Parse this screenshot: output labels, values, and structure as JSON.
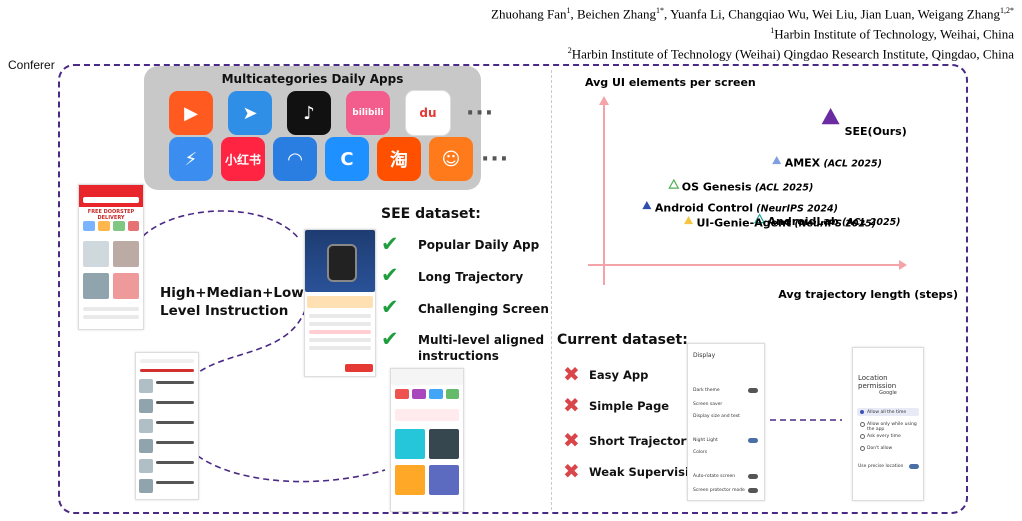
{
  "header": {
    "authors": [
      {
        "name": "Zhuohang Fan",
        "sup": "1"
      },
      {
        "name": "Beichen Zhang",
        "sup": "1*"
      },
      {
        "name": "Yuanfa Li",
        "sup": ""
      },
      {
        "name": "Changqiao Wu",
        "sup": ""
      },
      {
        "name": "Wei Liu",
        "sup": ""
      },
      {
        "name": "Jian Luan",
        "sup": ""
      },
      {
        "name": "Weigang Zhang",
        "sup": "1,2*"
      }
    ],
    "affiliations": [
      {
        "sup": "1",
        "text": "Harbin Institute of Technology, Weihai, China"
      },
      {
        "sup": "2",
        "text": "Harbin Institute of Technology (Weihai) Qingdao Research Institute, Qingdao, China"
      }
    ]
  },
  "frame_label": "Conferer",
  "apps": {
    "title": "Multicategories Daily Apps",
    "row1": [
      {
        "icon": "kuaishou-icon",
        "glyph": "▶",
        "color": "#ff5a1f"
      },
      {
        "icon": "paper-plane-icon",
        "glyph": "➤",
        "color": "#2f8fe6"
      },
      {
        "icon": "tiktok-icon",
        "glyph": "♪",
        "color": "#111111"
      },
      {
        "icon": "bilibili-icon",
        "glyph": "bilibili",
        "color": "#f25d8e"
      },
      {
        "icon": "baidu-map-icon",
        "glyph": "du",
        "color": "#ffffff"
      }
    ],
    "row2": [
      {
        "icon": "feishu-icon",
        "glyph": "⚡",
        "color": "#3b8ef0"
      },
      {
        "icon": "xiaohongshu-icon",
        "glyph": "小红书",
        "color": "#ff2442"
      },
      {
        "icon": "ctrip-icon",
        "glyph": "◠",
        "color": "#2a7de1"
      },
      {
        "icon": "eleme-icon",
        "glyph": "C",
        "color": "#1f90ff"
      },
      {
        "icon": "taobao-icon",
        "glyph": "淘",
        "color": "#ff5000"
      },
      {
        "icon": "people-icon",
        "glyph": "☺",
        "color": "#ff7a1a"
      }
    ],
    "more": "···"
  },
  "see": {
    "title": "SEE dataset:",
    "items": [
      "Popular Daily App",
      "Long Trajectory",
      "Challenging Screen",
      "Multi-level aligned",
      "instructions"
    ]
  },
  "instruction_label": [
    "High+Median+Low",
    "Level Instruction"
  ],
  "current": {
    "title": "Current dataset:",
    "items": [
      "Easy App",
      "Simple Page",
      "Short Trajectory",
      "Weak Supervision"
    ]
  },
  "screens": {
    "left_top": {
      "banner": "FREE DOORSTEP DELIVERY"
    },
    "settings": {
      "title": "Display",
      "rows": [
        "Dark theme",
        "Screen saver",
        "Display size and text",
        "Night Light",
        "Colors",
        "Auto-rotate screen",
        "Screen protector mode"
      ]
    },
    "permission": {
      "title": "Location permission",
      "brand": "Google",
      "options": [
        "Allow all the time",
        "Allow only while using the app",
        "Ask every time",
        "Don't allow"
      ],
      "extra": "Use precise location"
    }
  },
  "chart_data": {
    "type": "scatter",
    "xlabel": "Avg trajectory length (steps)",
    "ylabel": "Avg UI elements per screen",
    "points": [
      {
        "label": "SEE(Ours)",
        "venue": "",
        "marker": "triangle",
        "color": "#6a2ca0",
        "x": 0.88,
        "y": 0.92
      },
      {
        "label": "AMEX",
        "venue": "(ACL 2025)",
        "marker": "triangle",
        "color": "#7f9fe0",
        "x": 0.66,
        "y": 0.63
      },
      {
        "label": "OS Genesis",
        "venue": "(ACL 2025)",
        "marker": "triangle-outline",
        "color": "#4caf50",
        "x": 0.24,
        "y": 0.47
      },
      {
        "label": "Android Control",
        "venue": "(NeurIPS 2024)",
        "marker": "triangle",
        "color": "#2e4fae",
        "x": 0.13,
        "y": 0.33
      },
      {
        "label": "AndroidLab",
        "venue": "(ACL 2025)",
        "marker": "triangle-outline",
        "color": "#26a69a",
        "x": 0.59,
        "y": 0.24
      },
      {
        "label": "UI-Genie-Agent",
        "venue": "(NeurIPS 2025)",
        "marker": "triangle",
        "color": "#f4c542",
        "x": 0.3,
        "y": 0.23
      }
    ]
  }
}
